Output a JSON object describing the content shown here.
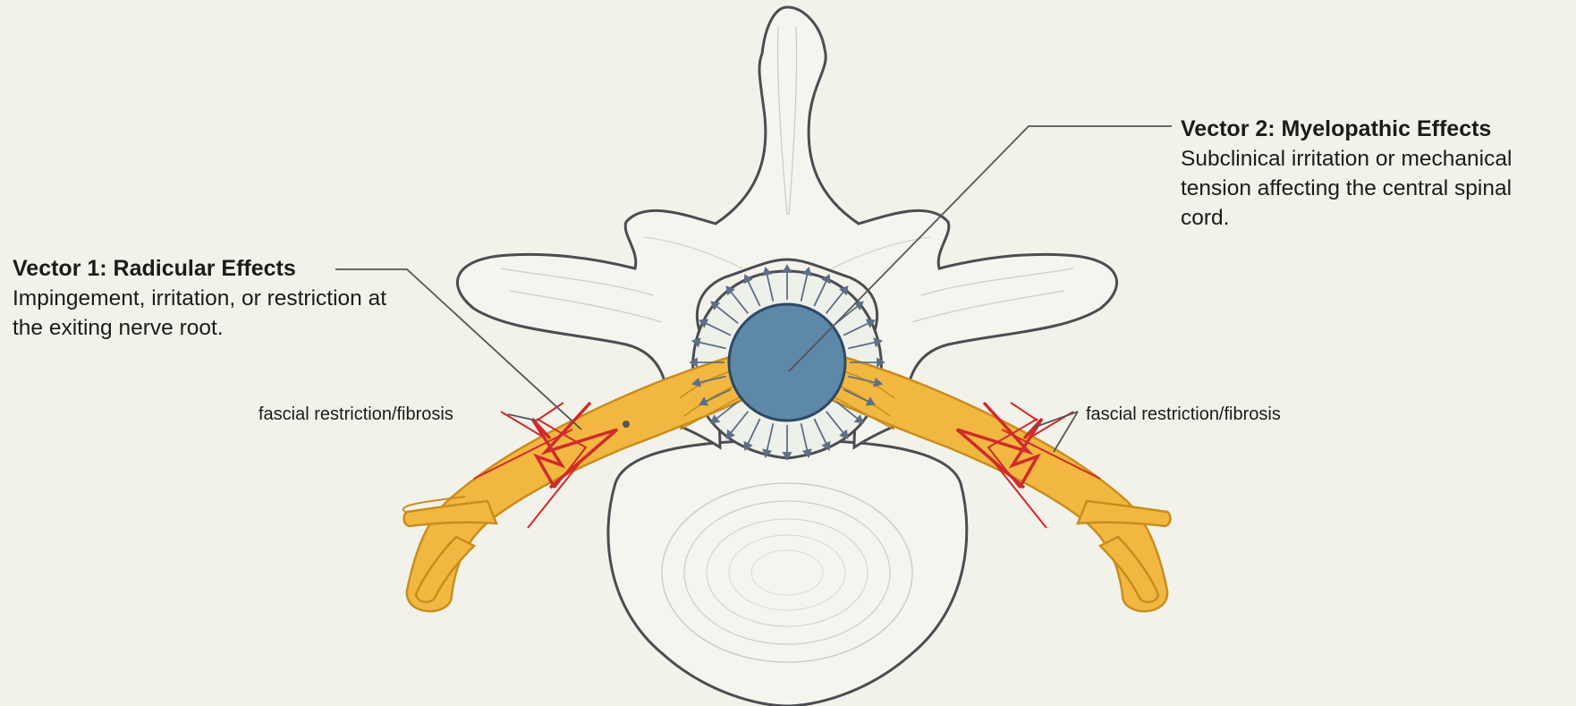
{
  "callouts": {
    "radicular": {
      "title": "Vector 1: Radicular Effects",
      "body": "Impingement, irritation, or restriction at the exiting nerve root."
    },
    "myelopathic": {
      "title": "Vector 2: Myelopathic Effects",
      "body": "Subclinical irritation or mechanical tension affecting the central spinal cord."
    }
  },
  "labels": {
    "fascial_left": "fascial restriction/fibrosis",
    "fascial_right": "fascial restriction/fibrosis"
  },
  "colors": {
    "background": "#f3f2ea",
    "bone_fill": "#f5f5ef",
    "bone_outline": "#4a4d52",
    "nerve": "#f2b740",
    "nerve_outline": "#c98d1e",
    "spinal_cord": "#5e88a8",
    "restriction": "#d02a2a",
    "leader_line": "#555555"
  }
}
